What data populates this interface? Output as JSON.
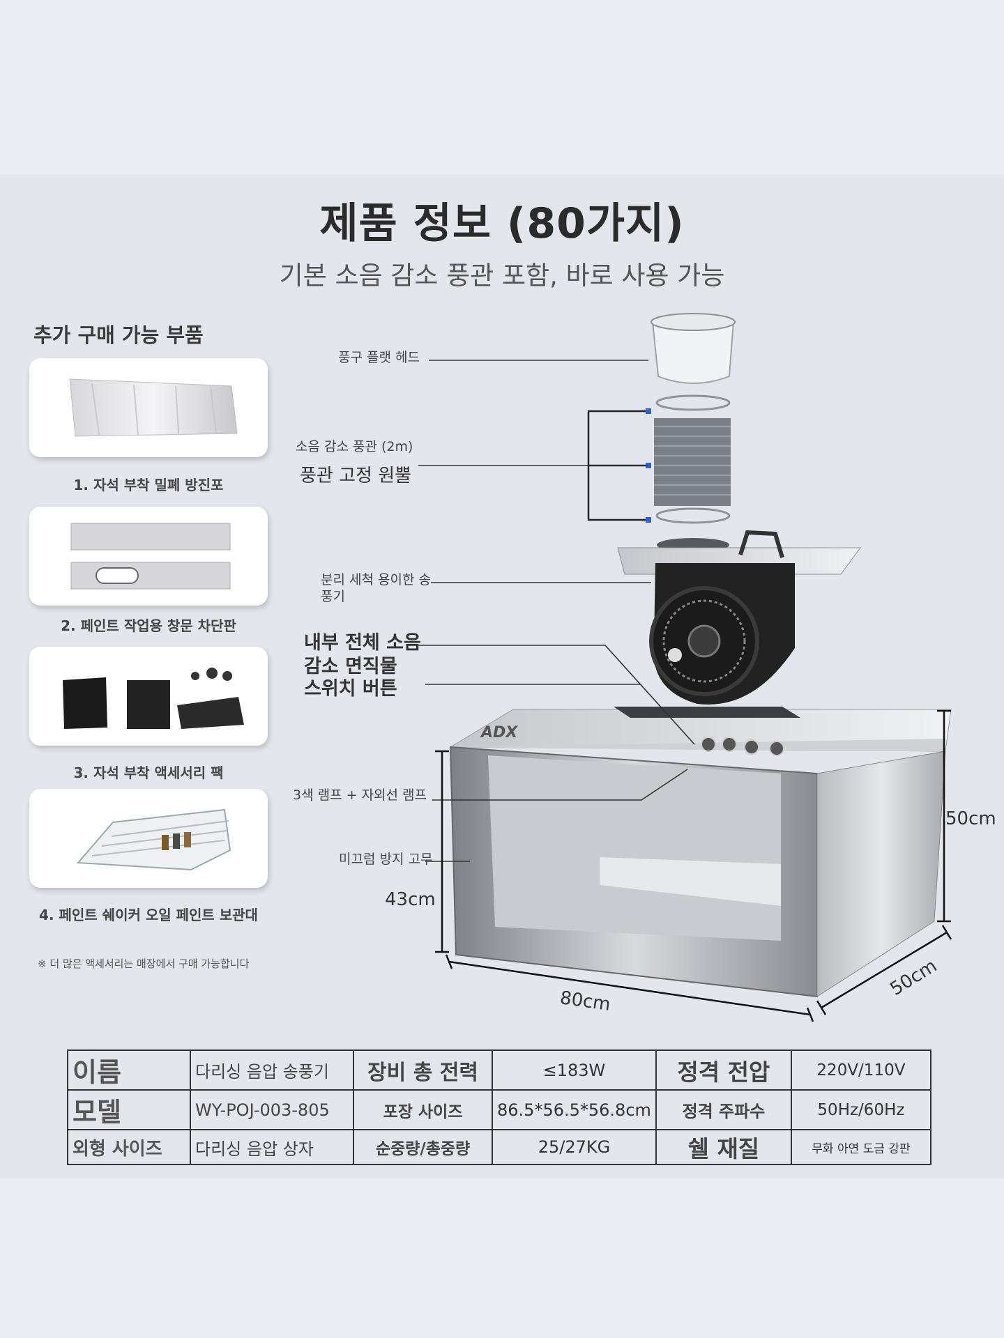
{
  "title": "제품 정보 (80가지)",
  "subtitle": "기본 소음 감소 풍관 포함, 바로 사용 가능",
  "accessories": {
    "heading": "추가 구매 가능 부품",
    "items": [
      {
        "label": "1. 자석 부착 밀폐 방진포"
      },
      {
        "label": "2. 페인트 작업용 창문 차단판"
      },
      {
        "label": "3. 자석 부착 액세서리 팩"
      },
      {
        "label": "4. 페인트 쉐이커 오일 페인트 보관대"
      }
    ],
    "note": "※ 더 많은 액세서리는 매장에서 구매 가능합니다"
  },
  "callouts": {
    "flat_head": "풍구 플랫 헤드",
    "duct": "소음 감소 풍관 (2m)",
    "duct_ring": "풍관 고정 원뿔",
    "fan": "분리 세척 용이한 송풍기",
    "foam": "내부 전체 소음 감소 면직물",
    "switch": "스위치 버튼",
    "lamp": "3색 램프 + 자외선 램프",
    "rubber": "미끄럼 방지 고무"
  },
  "dimensions": {
    "height_outer": "50cm",
    "height_inner": "43cm",
    "width": "80cm",
    "depth": "50cm"
  },
  "brand": "ADX",
  "specs": {
    "rows": [
      [
        "이름",
        "다리싱 음압 송풍기",
        "장비 총 전력",
        "≤183W",
        "정격 전압",
        "220V/110V"
      ],
      [
        "모델",
        "WY-POJ-003-805",
        "포장 사이즈",
        "86.5*56.5*56.8cm",
        "정격 주파수",
        "50Hz/60Hz"
      ],
      [
        "외형 사이즈",
        "다리싱 음압 상자",
        "순중량/총중량",
        "25/27KG",
        "쉘 재질",
        "무화 아연 도금 강판"
      ]
    ]
  },
  "colors": {
    "background": "#e4e6ee",
    "card": "#ffffff",
    "steel": "#c9cbd0",
    "accent_blue": "#2f5fd0"
  }
}
